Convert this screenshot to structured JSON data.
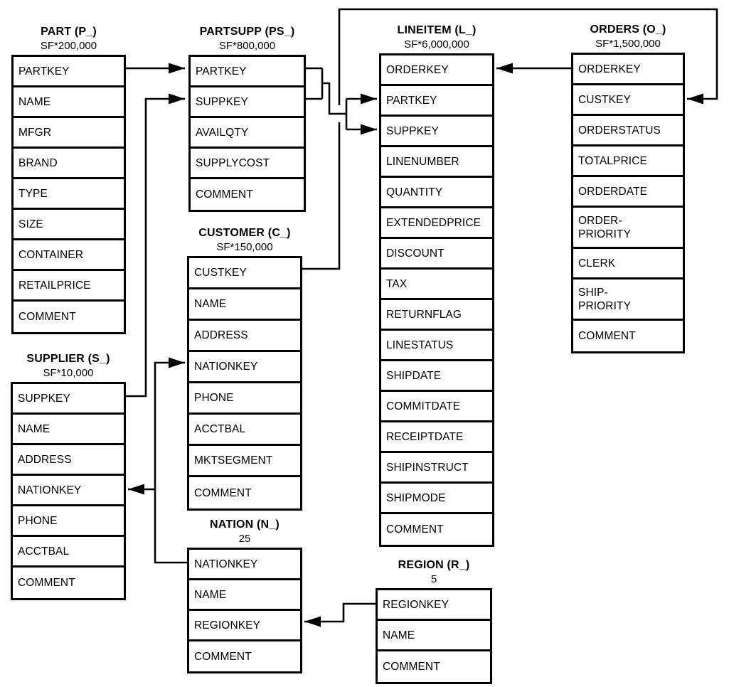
{
  "colors": {
    "line": "#000000",
    "text": "#000000",
    "background": "#ffffff"
  },
  "tables": [
    {
      "id": "part",
      "title": "PART (P_)",
      "cardinality": "SF*200,000",
      "columns": [
        "PARTKEY",
        "NAME",
        "MFGR",
        "BRAND",
        "TYPE",
        "SIZE",
        "CONTAINER",
        "RETAILPRICE",
        "COMMENT"
      ]
    },
    {
      "id": "partsupp",
      "title": "PARTSUPP (PS_)",
      "cardinality": "SF*800,000",
      "columns": [
        "PARTKEY",
        "SUPPKEY",
        "AVAILQTY",
        "SUPPLYCOST",
        "COMMENT"
      ]
    },
    {
      "id": "lineitem",
      "title": "LINEITEM (L_)",
      "cardinality": "SF*6,000,000",
      "columns": [
        "ORDERKEY",
        "PARTKEY",
        "SUPPKEY",
        "LINENUMBER",
        "QUANTITY",
        "EXTENDEDPRICE",
        "DISCOUNT",
        "TAX",
        "RETURNFLAG",
        "LINESTATUS",
        "SHIPDATE",
        "COMMITDATE",
        "RECEIPTDATE",
        "SHIPINSTRUCT",
        "SHIPMODE",
        "COMMENT"
      ]
    },
    {
      "id": "orders",
      "title": "ORDERS (O_)",
      "cardinality": "SF*1,500,000",
      "columns": [
        "ORDERKEY",
        "CUSTKEY",
        "ORDERSTATUS",
        "TOTALPRICE",
        "ORDERDATE",
        "ORDER-\nPRIORITY",
        "CLERK",
        "SHIP-\nPRIORITY",
        "COMMENT"
      ]
    },
    {
      "id": "supplier",
      "title": "SUPPLIER (S_)",
      "cardinality": "SF*10,000",
      "columns": [
        "SUPPKEY",
        "NAME",
        "ADDRESS",
        "NATIONKEY",
        "PHONE",
        "ACCTBAL",
        "COMMENT"
      ]
    },
    {
      "id": "customer",
      "title": "CUSTOMER (C_)",
      "cardinality": "SF*150,000",
      "columns": [
        "CUSTKEY",
        "NAME",
        "ADDRESS",
        "NATIONKEY",
        "PHONE",
        "ACCTBAL",
        "MKTSEGMENT",
        "COMMENT"
      ]
    },
    {
      "id": "nation",
      "title": "NATION (N_)",
      "cardinality": "25",
      "columns": [
        "NATIONKEY",
        "NAME",
        "REGIONKEY",
        "COMMENT"
      ]
    },
    {
      "id": "region",
      "title": "REGION (R_)",
      "cardinality": "5",
      "columns": [
        "REGIONKEY",
        "NAME",
        "COMMENT"
      ]
    }
  ],
  "relationships": [
    {
      "from": "PART.PARTKEY",
      "to": "PARTSUPP.PARTKEY"
    },
    {
      "from": "SUPPLIER.SUPPKEY",
      "to": "PARTSUPP.SUPPKEY"
    },
    {
      "from": "PARTSUPP.PARTKEY",
      "to": "LINEITEM.PARTKEY"
    },
    {
      "from": "PARTSUPP.SUPPKEY",
      "to": "LINEITEM.SUPPKEY"
    },
    {
      "from": "ORDERS.ORDERKEY",
      "to": "LINEITEM.ORDERKEY"
    },
    {
      "from": "CUSTOMER.CUSTKEY",
      "to": "ORDERS.CUSTKEY"
    },
    {
      "from": "NATION.NATIONKEY",
      "to": "CUSTOMER.NATIONKEY"
    },
    {
      "from": "NATION.NATIONKEY",
      "to": "SUPPLIER.NATIONKEY"
    },
    {
      "from": "REGION.REGIONKEY",
      "to": "NATION.REGIONKEY"
    }
  ]
}
